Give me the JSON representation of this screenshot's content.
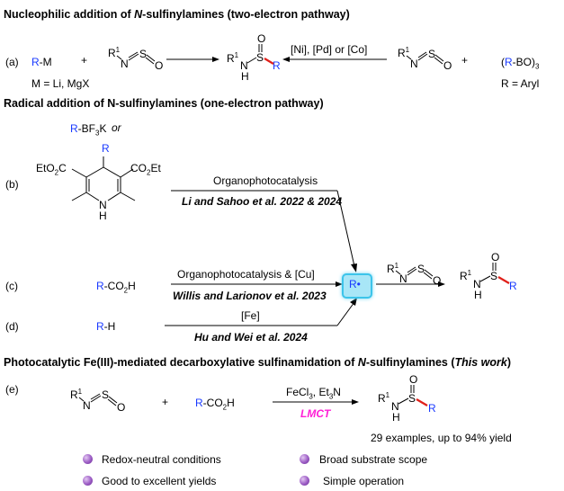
{
  "headings": {
    "nucleophilic": "Nucleophilic addition of N-sulfinylamines (two-electron pathway)",
    "radical": "Radical addition of N-sulfinylamines (one-electron pathway)",
    "photocatalytic": "Photocatalytic Fe(III)-mediated decarboxylative sulfinamidation of N-sulfinylamines (This work)"
  },
  "labels": {
    "a": "(a)",
    "b": "(b)",
    "c": "(c)",
    "d": "(d)",
    "e": "(e)"
  },
  "row_a": {
    "plus": "+",
    "m_def": "M = Li, MgX",
    "catalysts": "[Ni], [Pd] or [Co]",
    "r_def": "R = Aryl"
  },
  "row_b": {
    "or": "or",
    "condition": "Organophotocatalysis",
    "citation": "Li and Sahoo et al. 2022 & 2024"
  },
  "row_c": {
    "condition": "Organophotocatalysis & [Cu]",
    "citation": "Willis and Larionov et al. 2023"
  },
  "row_d": {
    "condition": "[Fe]",
    "citation": "Hu and Wei et al. 2024"
  },
  "row_e": {
    "plus": "+",
    "reagents": "FeCl3, Et3N",
    "mechanism": "LMCT",
    "scope": "29 examples, up to 94% yield"
  },
  "features": [
    "Redox-neutral conditions",
    "Broad substrate scope",
    "Good to excellent yields",
    "Simple operation"
  ],
  "colors": {
    "blue": "#1a3aff",
    "red": "#e0201a",
    "magenta": "#ff1fd6",
    "radical_box": "#a8e6f7"
  }
}
